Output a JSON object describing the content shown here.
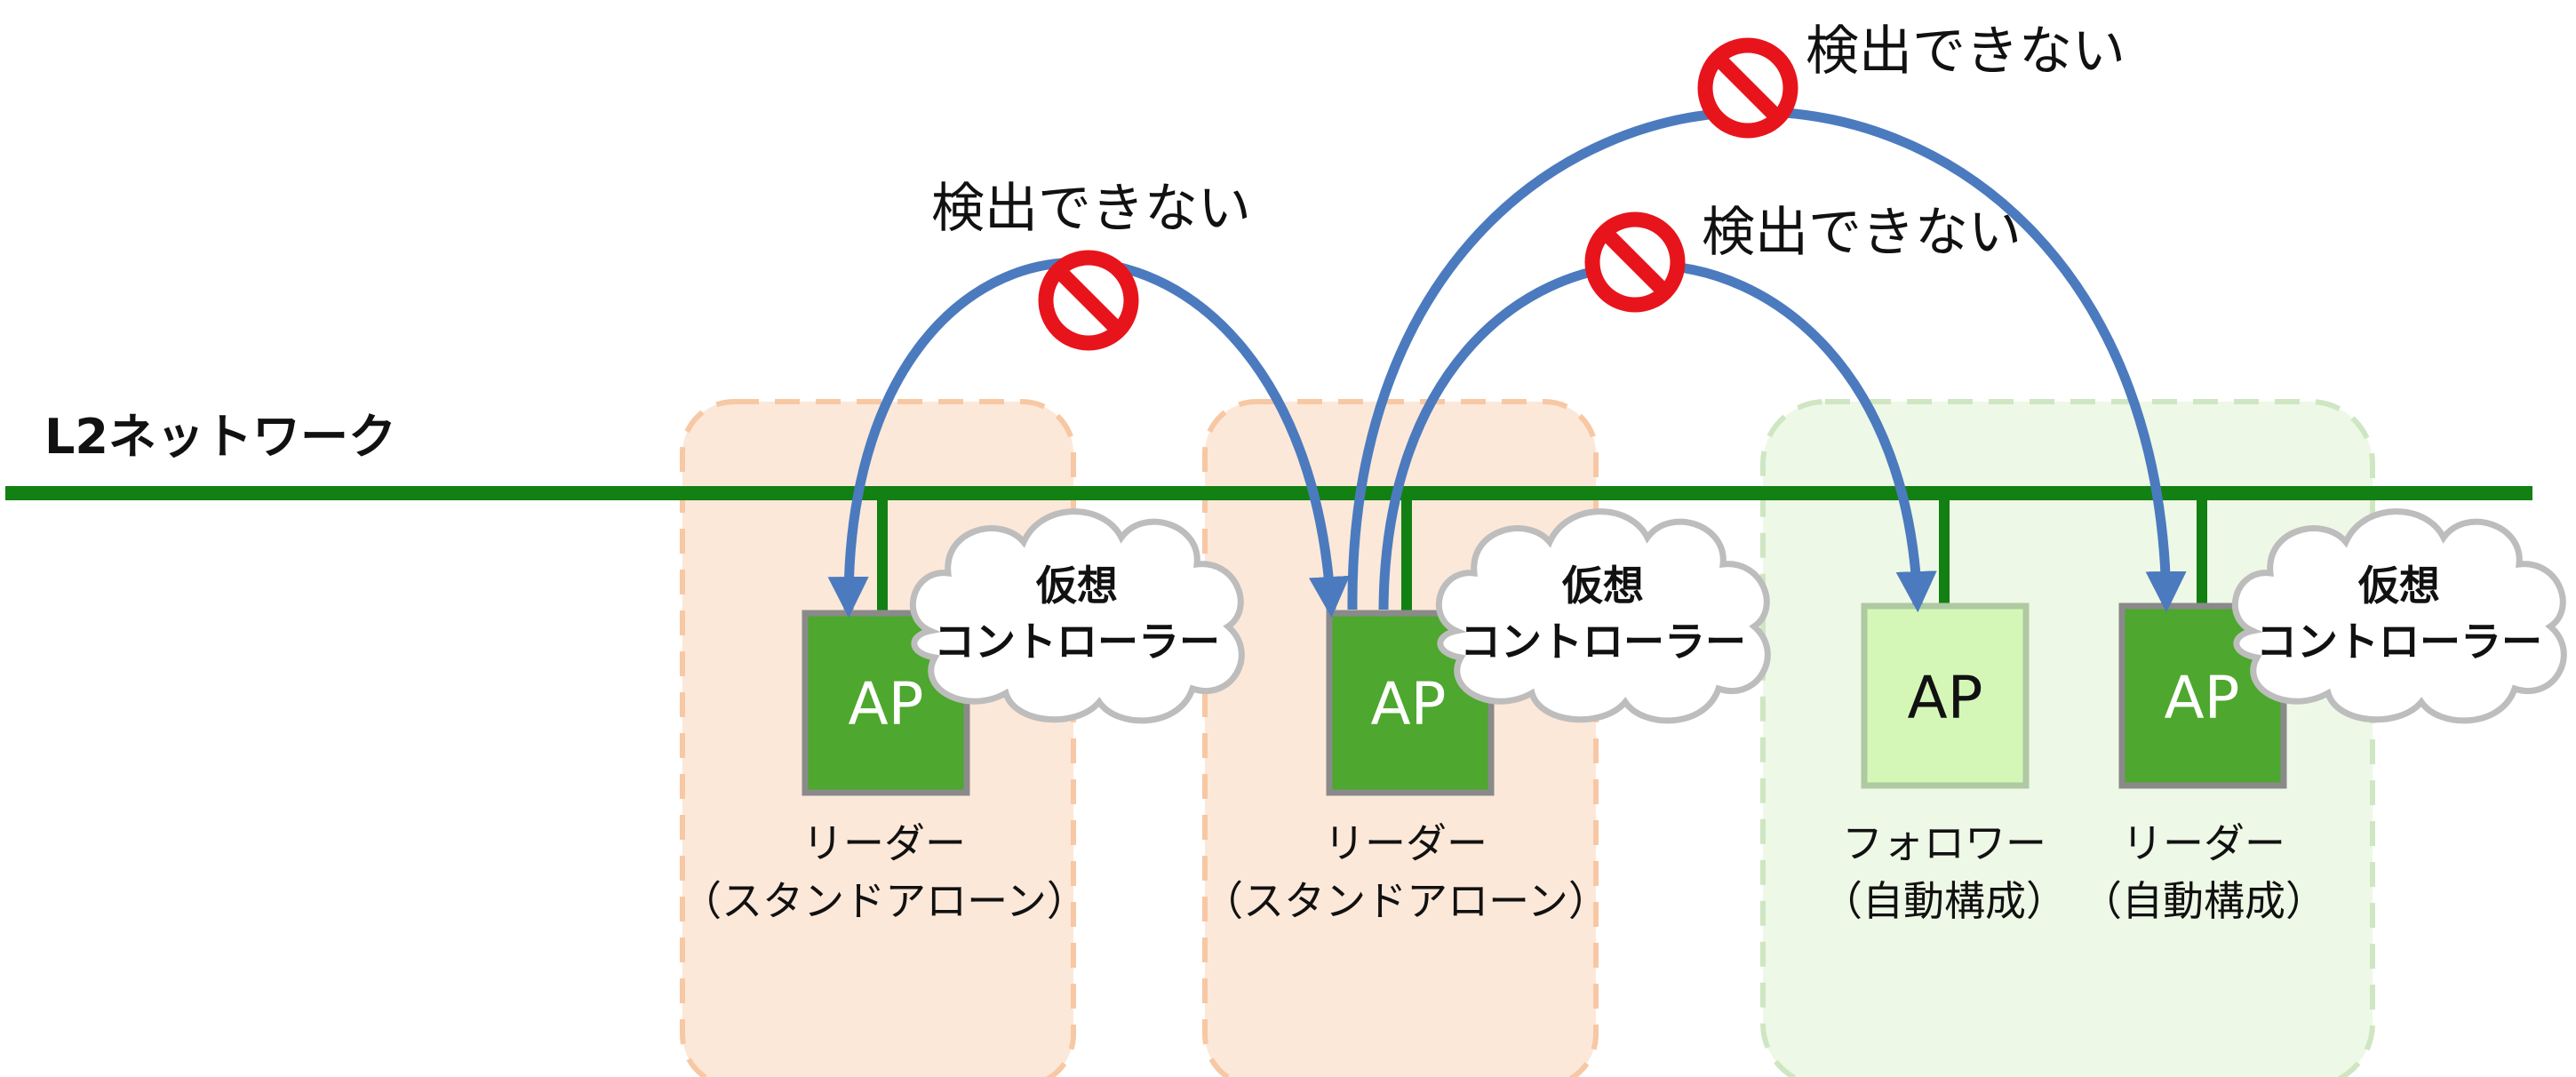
{
  "network": {
    "label": "L2ネットワーク",
    "line_color": "#128012"
  },
  "blocked_label": "検出できない",
  "cloud_label": {
    "line1": "仮想",
    "line2": "コントローラー"
  },
  "ap_label": "AP",
  "groups": [
    {
      "name": "standalone-1",
      "fill": "#FCE8D9",
      "border": "#F7C8A4",
      "role_line1": "リーダー",
      "role_line2": "（スタンドアローン）"
    },
    {
      "name": "standalone-2",
      "fill": "#FCE8D9",
      "border": "#F7C8A4",
      "role_line1": "リーダー",
      "role_line2": "（スタンドアローン）"
    },
    {
      "name": "auto-config",
      "fill": "#EEF8E6",
      "border": "#CFE6C3",
      "follower_line1": "フォロワー",
      "follower_line2": "（自動構成）",
      "leader_line1": "リーダー",
      "leader_line2": "（自動構成）"
    }
  ],
  "colors": {
    "ap_leader_fill": "#4EA72E",
    "ap_follower_fill": "#D4F7B8",
    "ap_border": "#8A8A8A",
    "arrow": "#4B7BBE",
    "prohibit": "#E8141C"
  }
}
